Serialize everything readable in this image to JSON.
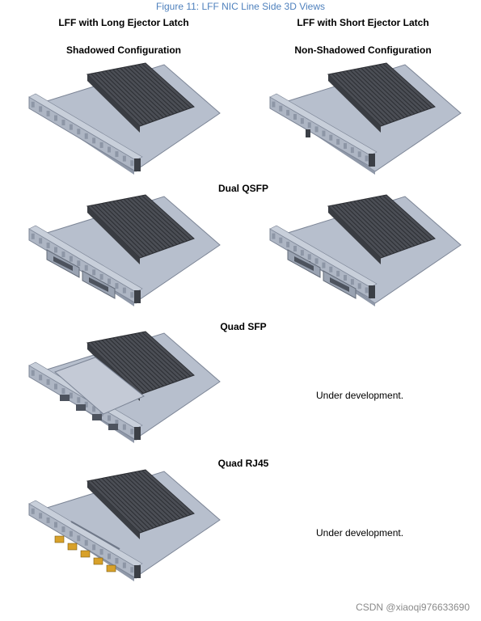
{
  "figure_caption": "Figure 11: LFF NIC Line Side 3D Views",
  "columns": {
    "left_header": "LFF with Long Ejector Latch",
    "right_header": "LFF with Short Ejector Latch",
    "left_config": "Shadowed Configuration",
    "right_config": "Non-Shadowed Configuration"
  },
  "sections": {
    "dual_qsfp": "Dual QSFP",
    "quad_sfp": "Quad SFP",
    "quad_rj45": "Quad RJ45"
  },
  "status": {
    "quad_sfp_right": "Under development.",
    "quad_rj45_right": "Under development."
  },
  "watermark": "CSDN @xiaoqi976633690",
  "colors": {
    "board": "#b7bfcd",
    "board_edge": "#7c8596",
    "heatsink": "#4b4e55",
    "fin": "#2c2e33",
    "latch": "#aeb6c4",
    "rj45_led": "#d8a12a"
  }
}
